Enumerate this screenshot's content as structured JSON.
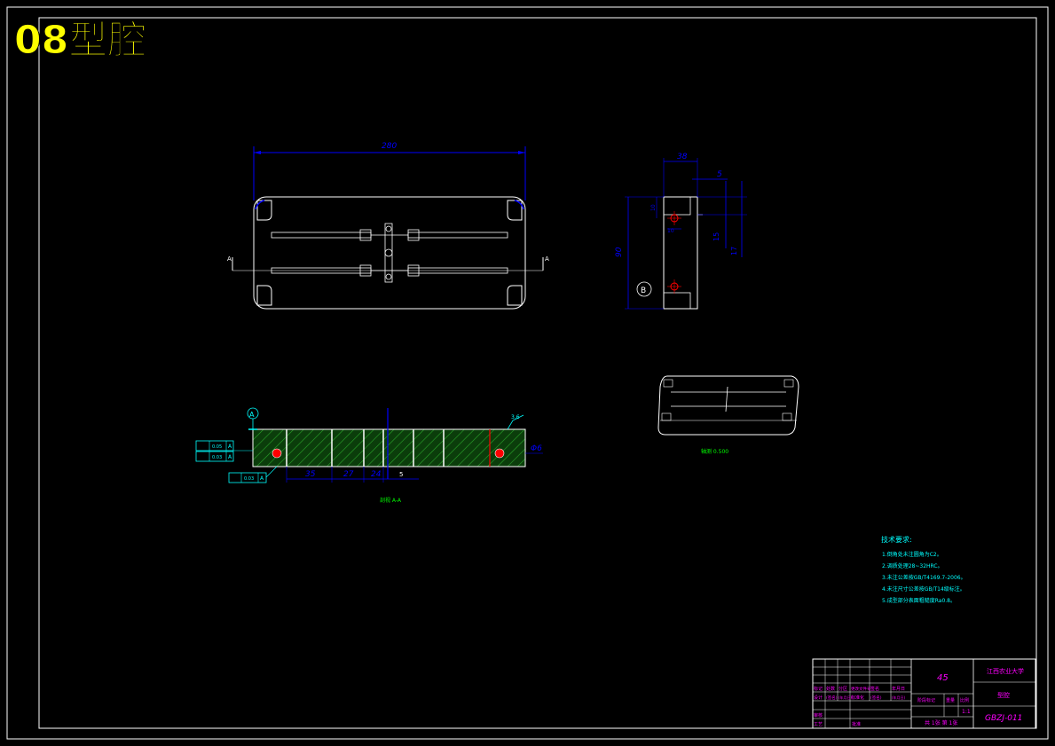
{
  "banner": {
    "title": "08型腔"
  },
  "plan_view": {
    "dim_overall_length": "280",
    "section_marks": [
      "A",
      "A"
    ]
  },
  "side_view": {
    "dim_width": "38",
    "dim_step": "5",
    "dim_height": "90",
    "dim_hole_offset": "10",
    "dim_hole_small": "10",
    "dim_15": "15",
    "dim_17": "17",
    "view_marker": "B"
  },
  "section_view": {
    "datum_letter": "A",
    "roughness": "3.6",
    "dim_right": "Φ6",
    "dim_35": "35",
    "dim_27": "27",
    "dim_24": "24",
    "dim_5": "5",
    "flatness": {
      "value": "0.05",
      "datum": "A"
    },
    "parallel": {
      "value": "0.03",
      "datum": "A"
    },
    "perp": {
      "value": "0.03",
      "datum": "A"
    },
    "caption": "剖视 A-A"
  },
  "iso_view": {
    "caption": "轴测 0.500"
  },
  "tech_requirements": {
    "heading": "技术要求:",
    "items": [
      "1.倒角处未注圆角为C2。",
      "2.调质处理28~32HRC。",
      "3.未注公差按GB/T4169.7-2006。",
      "4.未注尺寸公差按GB/T14级标注。",
      "5.成型部分表面粗糙度Ra0.8。"
    ]
  },
  "title_block": {
    "material": "45",
    "school": "江西农业大学",
    "part_name": "型腔",
    "drawing_no": "GBZJ-011",
    "scale": "1:1",
    "row_labels_a": [
      "标记",
      "处数",
      "分区",
      "更改文件号",
      "签名",
      "年月日"
    ],
    "row_labels_b": [
      "设计",
      "(签名)",
      "(年月日)",
      "标准化",
      "(签名)",
      "(年月日)"
    ],
    "stage_labels": [
      "阶段标记",
      "重量",
      "比例"
    ],
    "footer_labels": [
      "审核",
      "工艺",
      "批准"
    ],
    "sheet_text": "共 1张 第 1张"
  },
  "colors": {
    "frame": "#ffffff",
    "banner": "#ffff00",
    "dim": "#0000ff",
    "cyan": "#00ffff",
    "green": "#00ff00",
    "red": "#ff0000",
    "magenta": "#ff00ff",
    "hatch": "#1a7a1a"
  }
}
